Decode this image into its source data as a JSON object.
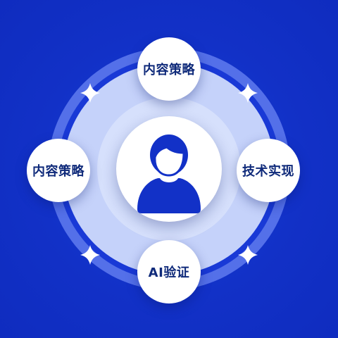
{
  "diagram": {
    "nodes": {
      "top": {
        "label": "内容策略"
      },
      "right": {
        "label": "技术实现"
      },
      "bottom": {
        "label": "AI验证"
      },
      "left": {
        "label": "内容策略"
      }
    },
    "center": {
      "icon": "user-avatar-icon"
    },
    "connector_icons": [
      "sparkle-star-icon",
      "sparkle-star-icon",
      "sparkle-star-icon",
      "sparkle-star-icon"
    ]
  },
  "colors": {
    "background": "#1231c7",
    "outer_ring": "#5b78ee",
    "inner_disc": "#c9d5fb",
    "dark_band": "#1736d2",
    "node_fill": "#ffffff",
    "node_text": "#0f2a7a",
    "icon_fill": "#1231c7"
  }
}
